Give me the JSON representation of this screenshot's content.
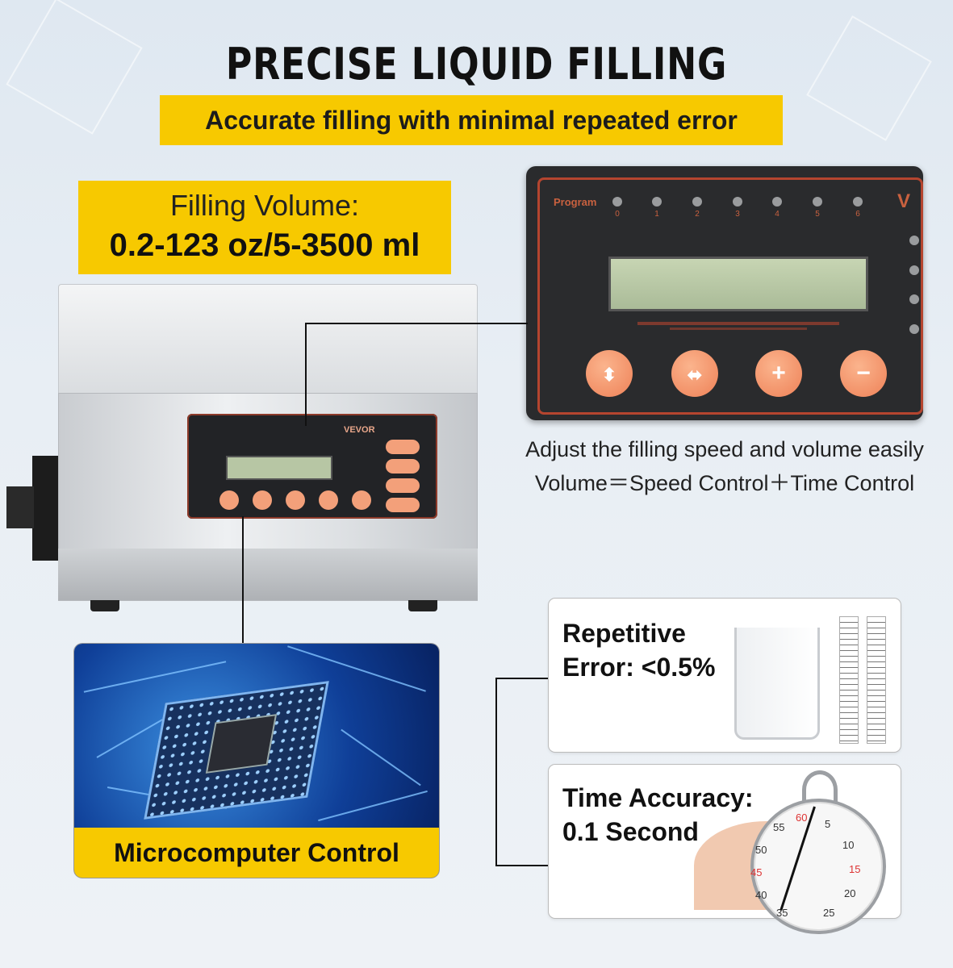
{
  "header": {
    "title": "PRECISE LIQUID FILLING",
    "subtitle": "Accurate filling with minimal repeated error"
  },
  "filling_volume": {
    "label": "Filling Volume:",
    "value": "0.2-123 oz/5-3500 ml"
  },
  "machine": {
    "brand": "VEVOR"
  },
  "control_panel": {
    "program_label": "Program",
    "program_numbers": [
      "0",
      "1",
      "2",
      "3",
      "4",
      "5",
      "6"
    ],
    "logo": "V",
    "button_icons": [
      "up-down-arrows-icon",
      "left-right-arrows-icon",
      "plus-icon",
      "minus-icon"
    ]
  },
  "adjust_caption": {
    "line1": "Adjust the filling speed and volume easily",
    "line2": "Volume＝Speed Control＋Time Control"
  },
  "microcomputer": {
    "label": "Microcomputer Control"
  },
  "repetitive_error": {
    "line1": "Repetitive",
    "line2": "Error: <0.5%"
  },
  "time_accuracy": {
    "line1": "Time Accuracy:",
    "line2": "0.1 Second"
  },
  "stopwatch": {
    "numbers": [
      "55",
      "60",
      "5",
      "50",
      "10",
      "45",
      "15",
      "40",
      "20",
      "35",
      "25"
    ]
  },
  "colors": {
    "accent_yellow": "#f7c900",
    "panel_orange": "#ee8157",
    "panel_dark": "#2a2b2d"
  }
}
